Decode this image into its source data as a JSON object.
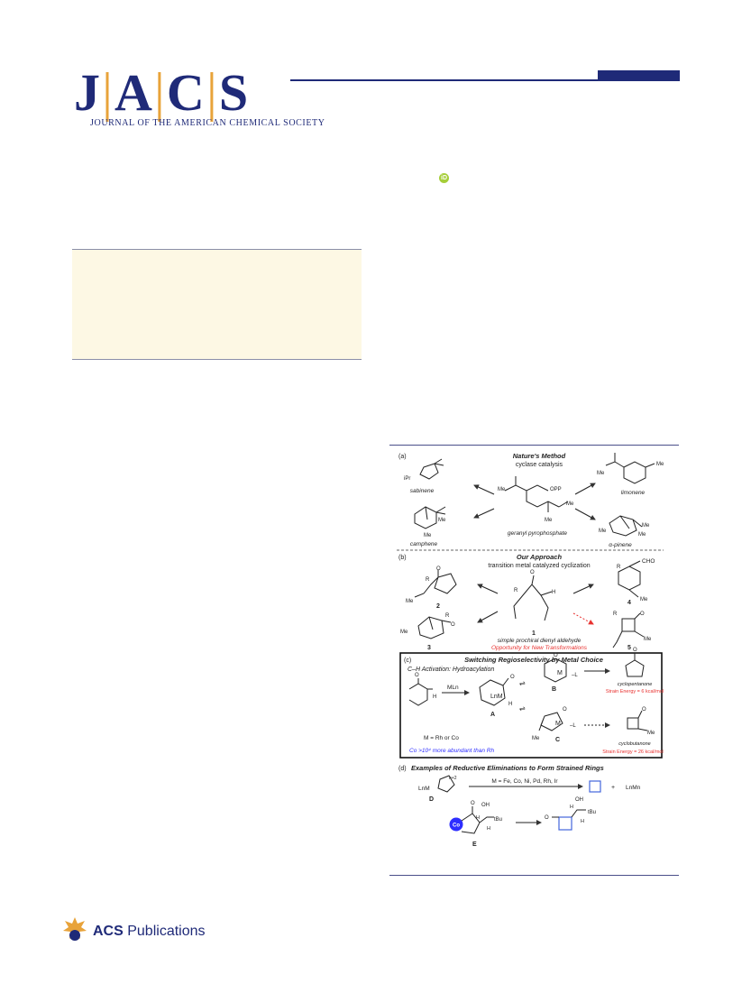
{
  "header": {
    "logo_letters": [
      "J",
      "A",
      "C",
      "S"
    ],
    "logo_subtitle": "JOURNAL OF THE AMERICAN CHEMICAL SOCIETY"
  },
  "orcid_label": "iD",
  "figure": {
    "panel_a": {
      "label": "(a)",
      "title": "Nature's Method",
      "subtitle": "cyclase catalysis",
      "center": "geranyl pyrophosphate",
      "center_group": "OPP",
      "products": [
        "sabinene",
        "limonene",
        "camphene",
        "α-pinene"
      ],
      "sub_ipr": "iPr",
      "me": "Me"
    },
    "panel_b": {
      "label": "(b)",
      "title": "Our Approach",
      "subtitle": "transition metal catalyzed cyclization",
      "caption1": "simple prochiral dienyl aldehyde",
      "caption2": "Opportunity for New Transformations",
      "R": "R",
      "O": "O",
      "H": "H",
      "CHO": "CHO",
      "numbers": [
        "1",
        "2",
        "3",
        "4",
        "5"
      ]
    },
    "panel_c": {
      "label": "(c)",
      "title": "Switching Regioselectivity by Metal Choice",
      "subtitle": "C–H Activation: Hydroacylation",
      "reagent": "MLn",
      "metal_note": "M = Rh or Co",
      "abundance": "Co >10⁴ more abundant than Rh",
      "prod1": "cyclopentanone",
      "strain1": "Strain Energy = 6 kcal/mol",
      "prod2": "cyclobutanone",
      "strain2": "Strain Energy = 26 kcal/mol",
      "int_labels": [
        "A",
        "B",
        "C"
      ]
    },
    "panel_d": {
      "label": "(d)",
      "title": "Examples of Reductive Eliminations to Form Strained Rings",
      "metals": "M = Fe, Co, Ni, Pd, Rh, Ir",
      "start": "LnM",
      "start_charge": "n+2",
      "start_label": "D",
      "plus": "+",
      "product_metal": "LnMn",
      "co_label": "Co",
      "e_label": "E",
      "OH": "OH",
      "tBu": "tBu"
    },
    "colors": {
      "red": "#e8312f",
      "blue": "#2e2eff",
      "square": "#4466dd",
      "navy": "#1f2a78"
    }
  },
  "footer": {
    "acs": "ACS",
    "publications": "Publications"
  }
}
